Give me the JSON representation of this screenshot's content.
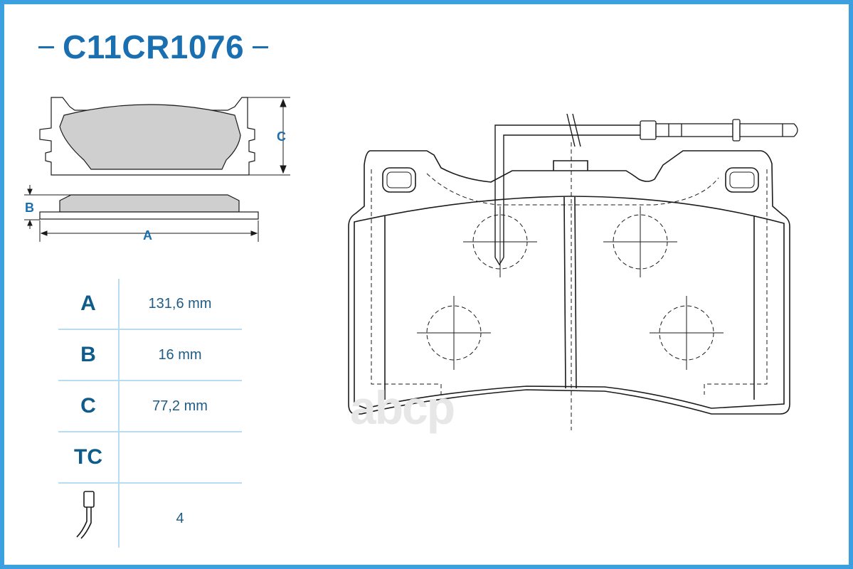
{
  "header": {
    "part_number": "C11CR1076"
  },
  "dimension_labels": {
    "a": "A",
    "b": "B",
    "c": "C"
  },
  "specs": [
    {
      "label": "A",
      "value": "131,6 mm"
    },
    {
      "label": "B",
      "value": "16 mm"
    },
    {
      "label": "C",
      "value": "77,2 mm"
    },
    {
      "label": "TC",
      "value": ""
    },
    {
      "label": "",
      "icon": "wear-sensor-icon",
      "value": "4"
    }
  ],
  "watermark": "abcp",
  "colors": {
    "frame": "#3b9fe0",
    "accent": "#1a6fb0",
    "lines": "#1b1b1b",
    "pad_fill": "#cfcfcf"
  }
}
